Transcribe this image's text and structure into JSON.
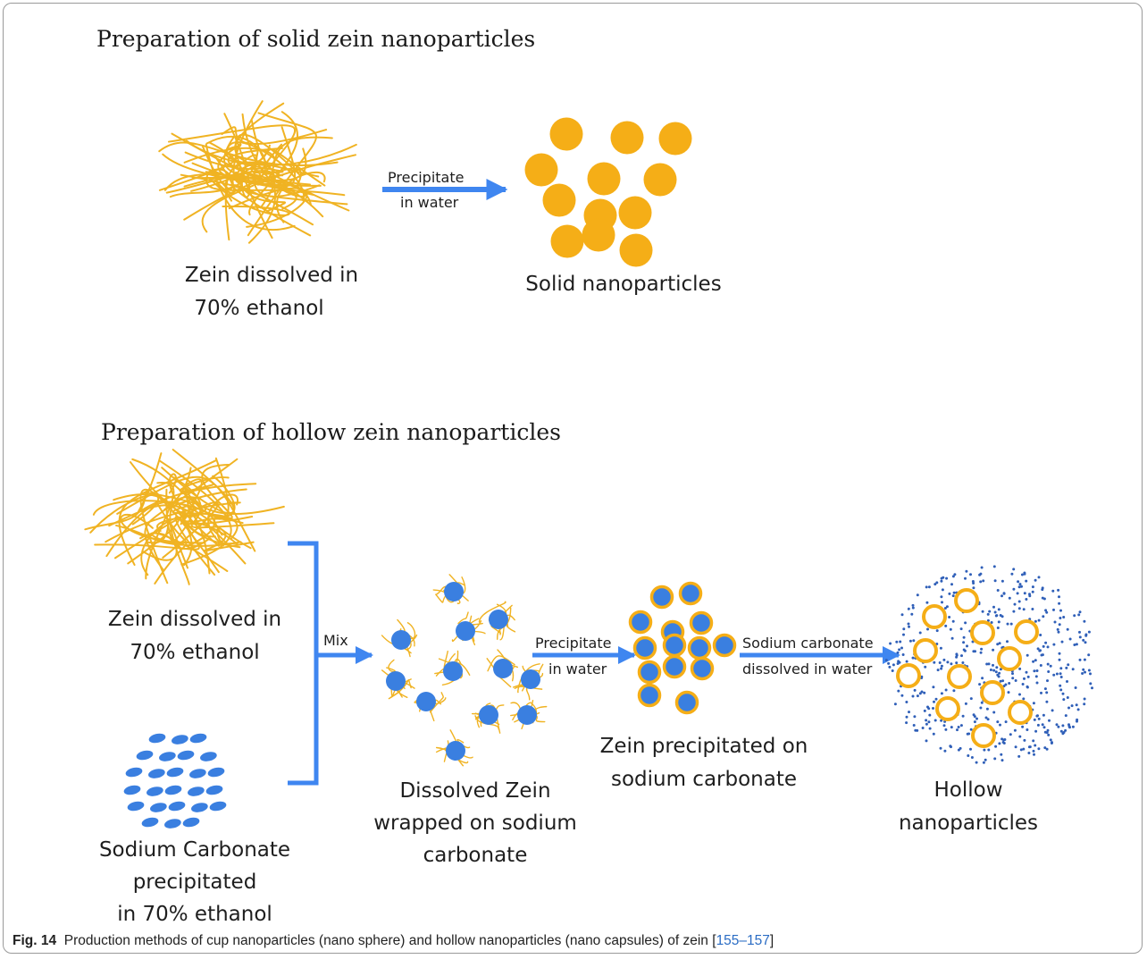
{
  "section_solid": {
    "heading": "Preparation of solid zein nanoparticles",
    "start_label": [
      "Zein dissolved in",
      "70% ethanol"
    ],
    "arrow_label": [
      "Precipitate",
      "in water"
    ],
    "end_label": "Solid nanoparticles"
  },
  "section_hollow": {
    "heading": "Preparation of hollow zein nanoparticles",
    "zein_label": [
      "Zein dissolved in",
      "70% ethanol"
    ],
    "carbonate_label": [
      "Sodium Carbonate",
      "precipitated",
      "in 70% ethanol"
    ],
    "mix_label": "Mix",
    "wrapped_label": [
      "Dissolved Zein",
      "wrapped on sodium",
      "carbonate"
    ],
    "precip_arrow_label": [
      "Precipitate",
      "in water"
    ],
    "precipitated_label": [
      "Zein precipitated on",
      "sodium carbonate"
    ],
    "dissolve_arrow_label": [
      "Sodium carbonate",
      "dissolved in water"
    ],
    "hollow_label": [
      "Hollow",
      "nanoparticles"
    ]
  },
  "caption": {
    "fig_number": "Fig. 14",
    "text": "Production methods of cup nanoparticles (nano sphere) and hollow nanoparticles (nano capsules) of zein",
    "ref_open": "[",
    "ref": "155–157",
    "ref_close": "]"
  },
  "colors": {
    "zein_fiber": "#f0b323",
    "nanoparticle": "#f5ae17",
    "sodium_carbonate": "#3a7fe0",
    "arrow": "#3f86f0",
    "dots": "#2f5fb8"
  }
}
